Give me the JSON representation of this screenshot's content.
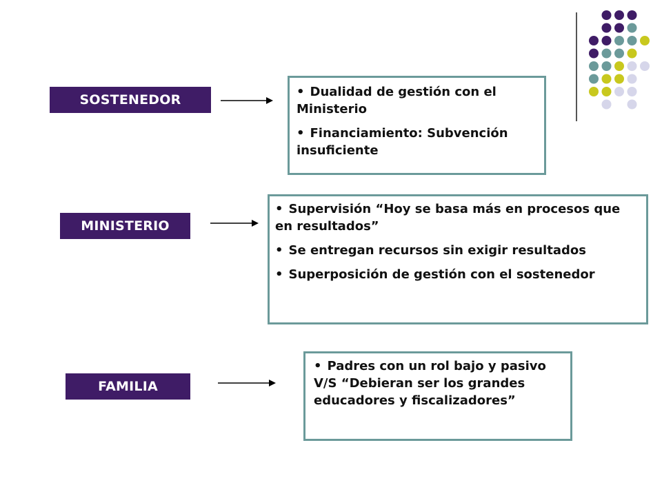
{
  "rows": [
    {
      "label": "SOSTENEDOR",
      "items": [
        "Dualidad de gestión con el Ministerio",
        "Financiamiento: Subvención insuficiente"
      ]
    },
    {
      "label": "MINISTERIO",
      "items": [
        "Supervisión  “Hoy se basa más en procesos que en resultados”",
        "Se entregan recursos sin exigir resultados",
        "Superposición de gestión con el sostenedor"
      ]
    },
    {
      "label": "FAMILIA",
      "items": [
        "Padres con un rol bajo y pasivo V/S “Debieran ser los grandes educadores y fiscalizadores”"
      ]
    }
  ],
  "colors": {
    "label_bg": "#3f1c66",
    "box_border": "#6b9a9a",
    "dot_purple": "#3f1c66",
    "dot_teal": "#6b9a9a",
    "dot_yellow": "#c8c81e",
    "dot_lavender": "#d6d6ea"
  }
}
